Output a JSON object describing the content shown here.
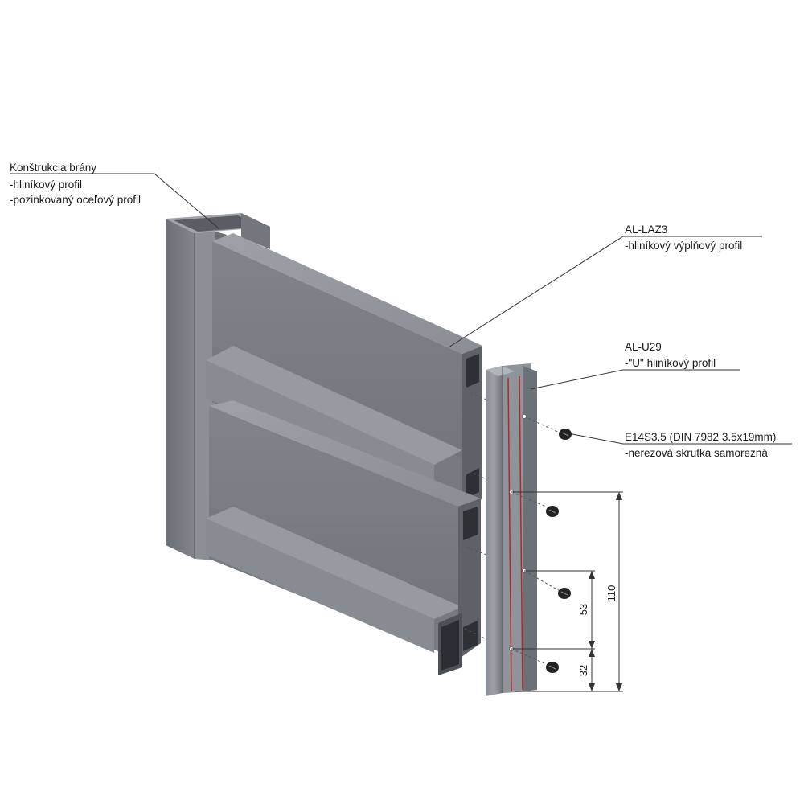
{
  "callouts": {
    "frame": {
      "title": "Konštrukcia brány",
      "line1": "-hliníkový profil",
      "line2": "-pozinkovaný oceľový profil"
    },
    "slat": {
      "title": "AL-LAZ3",
      "line1": "-hliníkový výplňový profil"
    },
    "u_profile": {
      "title": "AL-U29",
      "line1": "-\"U\" hliníkový profil"
    },
    "screw": {
      "title": "E14S3.5 (DIN 7982 3.5x19mm)",
      "line1": "-nerezová skrutka samorezná"
    }
  },
  "dimensions": {
    "outer": "110",
    "middle": "53",
    "bottom": "32"
  },
  "colors": {
    "profile_face": "#7d8188",
    "profile_dark": "#5d6167",
    "profile_light": "#a4a8ae",
    "accent_line": "#b3262b",
    "leader": "#333333"
  }
}
